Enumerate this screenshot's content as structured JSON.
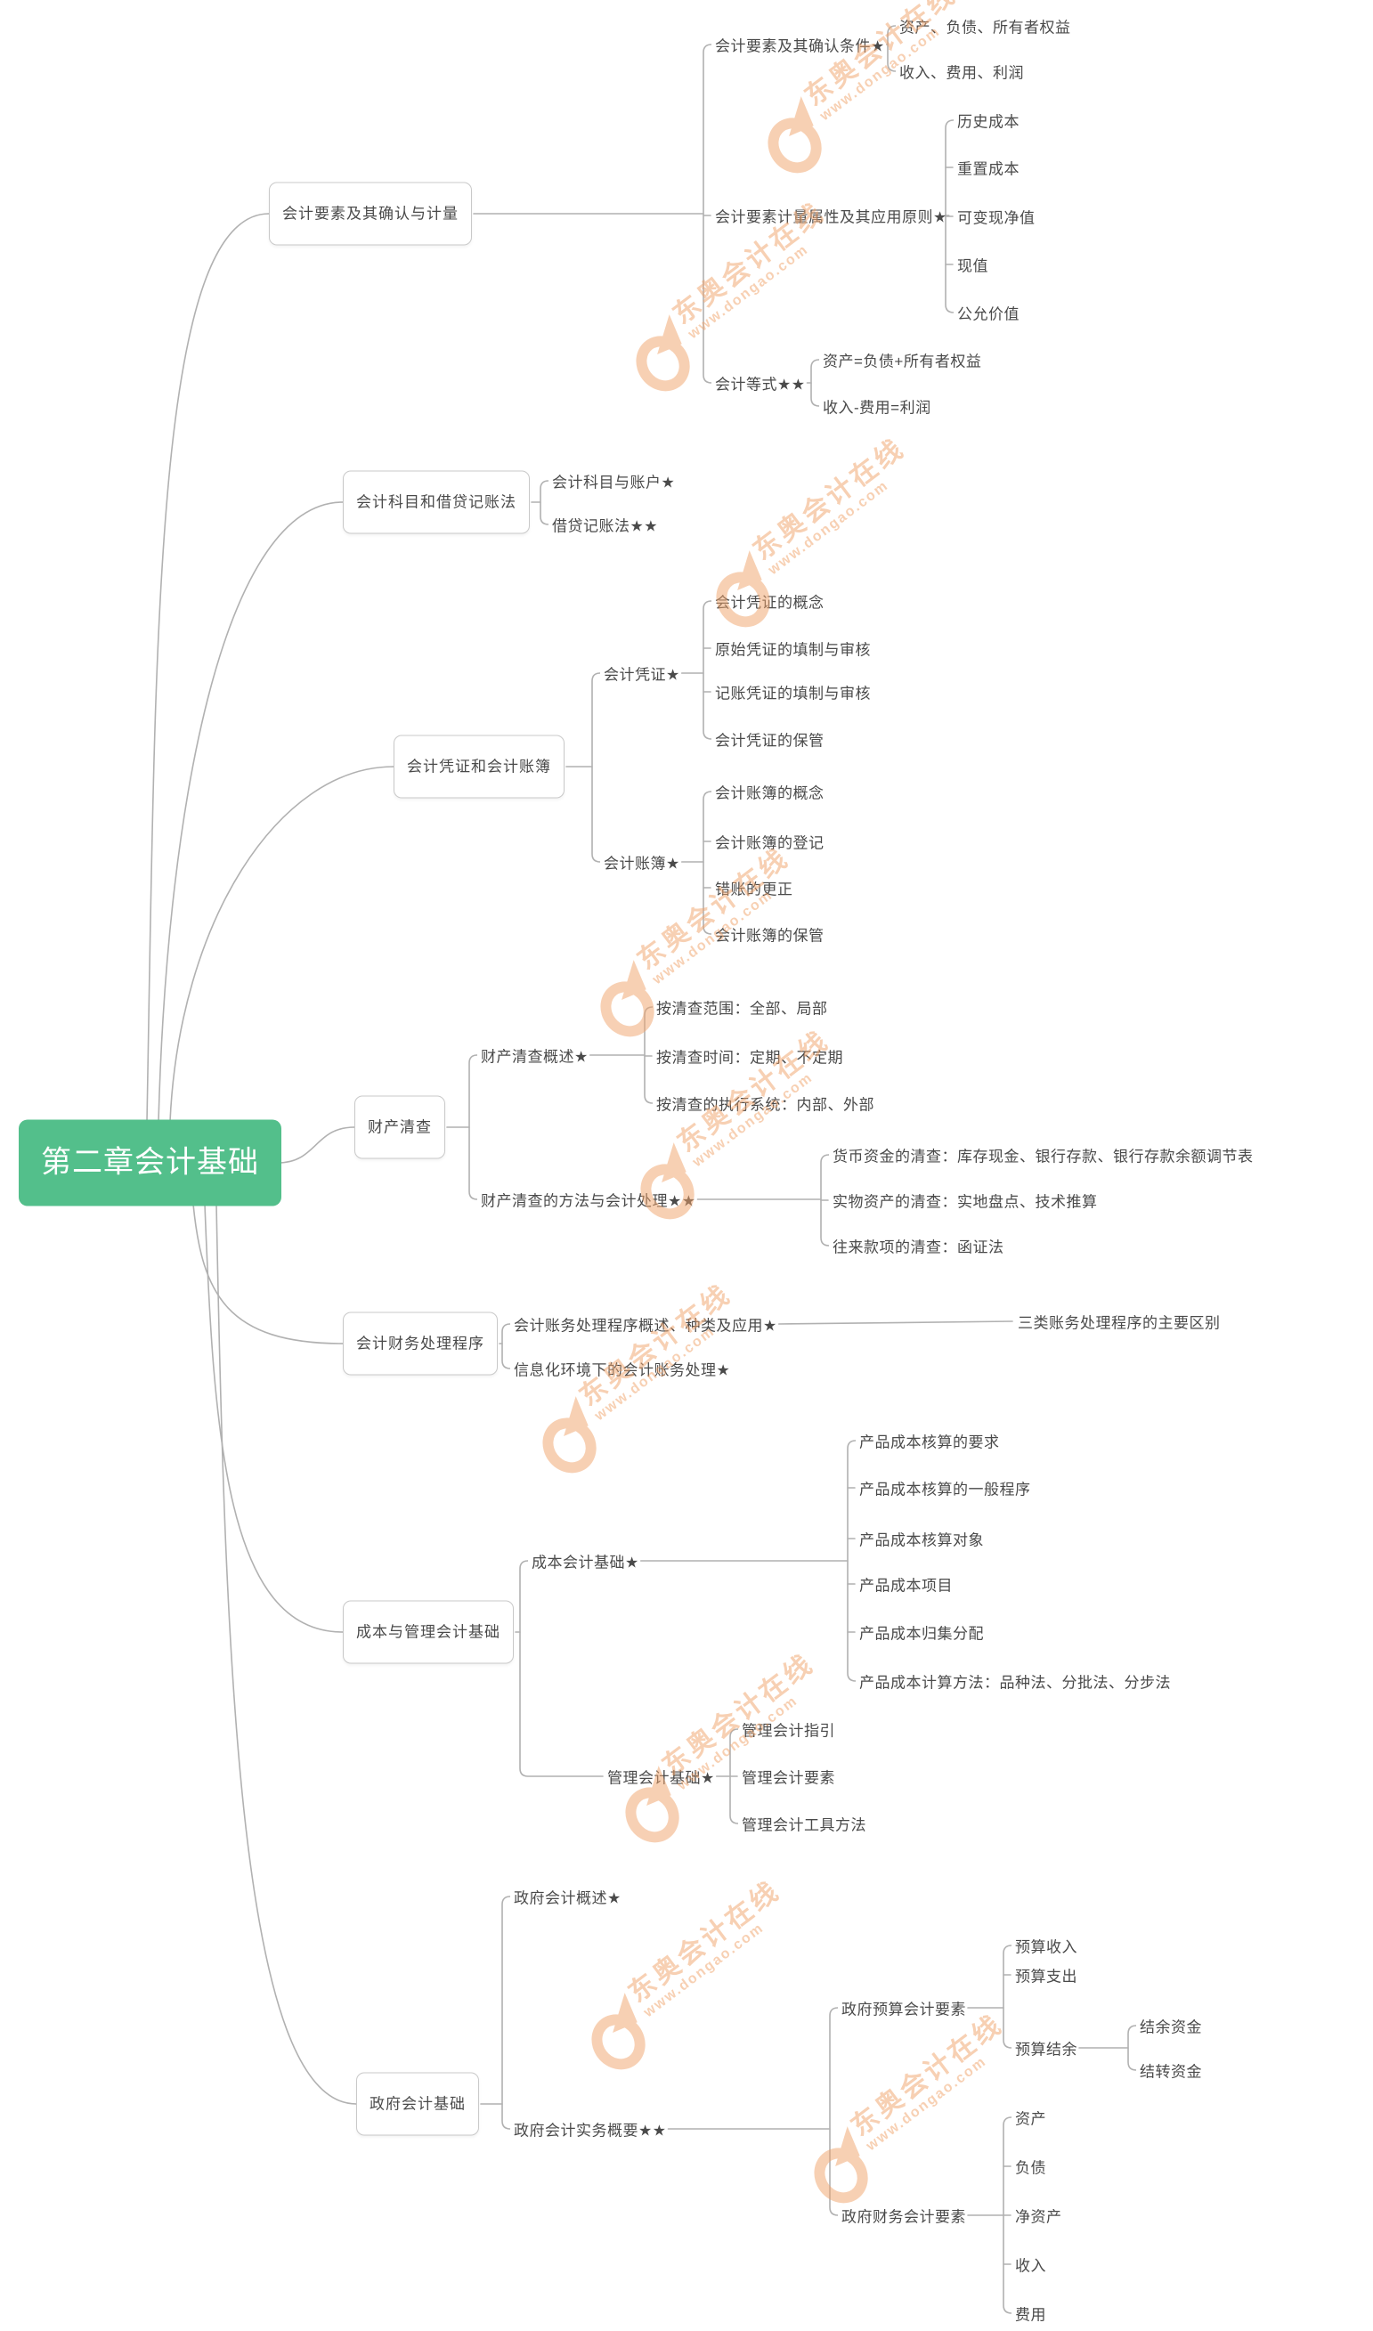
{
  "root": {
    "label": "第二章会计基础"
  },
  "watermark": {
    "line1": "东奥会计在线",
    "line2": "www.dongao.com"
  },
  "colors": {
    "root_bg": "#53bf8b",
    "root_text": "#ffffff",
    "connector": "#b1b1b1",
    "box_border": "#c9c9c9",
    "text": "#4a4a4a",
    "watermark": "#f0a269"
  },
  "branches": [
    {
      "label": "会计要素及其确认与计量",
      "children": [
        {
          "label": "会计要素及其确认条件★",
          "children": [
            {
              "label": "资产、负债、所有者权益"
            },
            {
              "label": "收入、费用、利润"
            }
          ]
        },
        {
          "label": "会计要素计量属性及其应用原则★",
          "children": [
            {
              "label": "历史成本"
            },
            {
              "label": "重置成本"
            },
            {
              "label": "可变现净值"
            },
            {
              "label": "现值"
            },
            {
              "label": "公允价值"
            }
          ]
        },
        {
          "label": "会计等式★★",
          "children": [
            {
              "label": "资产=负债+所有者权益"
            },
            {
              "label": "收入-费用=利润"
            }
          ]
        }
      ]
    },
    {
      "label": "会计科目和借贷记账法",
      "children": [
        {
          "label": "会计科目与账户★"
        },
        {
          "label": "借贷记账法★★"
        }
      ]
    },
    {
      "label": "会计凭证和会计账簿",
      "children": [
        {
          "label": "会计凭证★",
          "children": [
            {
              "label": "会计凭证的概念"
            },
            {
              "label": "原始凭证的填制与审核"
            },
            {
              "label": "记账凭证的填制与审核"
            },
            {
              "label": "会计凭证的保管"
            }
          ]
        },
        {
          "label": "会计账簿★",
          "children": [
            {
              "label": "会计账簿的概念"
            },
            {
              "label": "会计账簿的登记"
            },
            {
              "label": "错账的更正"
            },
            {
              "label": "会计账簿的保管"
            }
          ]
        }
      ]
    },
    {
      "label": "财产清查",
      "children": [
        {
          "label": "财产清查概述★",
          "children": [
            {
              "label": "按清查范围：全部、局部"
            },
            {
              "label": "按清查时间：定期、不定期"
            },
            {
              "label": "按清查的执行系统：内部、外部"
            }
          ]
        },
        {
          "label": "财产清查的方法与会计处理★★",
          "children": [
            {
              "label": "货币资金的清查：库存现金、银行存款、银行存款余额调节表"
            },
            {
              "label": "实物资产的清查：实地盘点、技术推算"
            },
            {
              "label": "往来款项的清查：函证法"
            }
          ]
        }
      ]
    },
    {
      "label": "会计财务处理程序",
      "children": [
        {
          "label": "会计账务处理程序概述、种类及应用★",
          "children": [
            {
              "label": "三类账务处理程序的主要区别"
            }
          ]
        },
        {
          "label": "信息化环境下的会计账务处理★"
        }
      ]
    },
    {
      "label": "成本与管理会计基础",
      "children": [
        {
          "label": "成本会计基础★",
          "children": [
            {
              "label": "产品成本核算的要求"
            },
            {
              "label": "产品成本核算的一般程序"
            },
            {
              "label": "产品成本核算对象"
            },
            {
              "label": "产品成本项目"
            },
            {
              "label": "产品成本归集分配"
            },
            {
              "label": "产品成本计算方法：品种法、分批法、分步法"
            }
          ]
        },
        {
          "label": "管理会计基础★",
          "children": [
            {
              "label": "管理会计指引"
            },
            {
              "label": "管理会计要素"
            },
            {
              "label": "管理会计工具方法"
            }
          ]
        }
      ]
    },
    {
      "label": "政府会计基础",
      "children": [
        {
          "label": "政府会计概述★"
        },
        {
          "label": "政府会计实务概要★★",
          "children": [
            {
              "label": "政府预算会计要素",
              "children": [
                {
                  "label": "预算收入"
                },
                {
                  "label": "预算支出"
                },
                {
                  "label": "预算结余",
                  "children": [
                    {
                      "label": "结余资金"
                    },
                    {
                      "label": "结转资金"
                    }
                  ]
                }
              ]
            },
            {
              "label": "政府财务会计要素",
              "children": [
                {
                  "label": "资产"
                },
                {
                  "label": "负债"
                },
                {
                  "label": "净资产"
                },
                {
                  "label": "收入"
                },
                {
                  "label": "费用"
                }
              ]
            }
          ]
        }
      ]
    }
  ]
}
